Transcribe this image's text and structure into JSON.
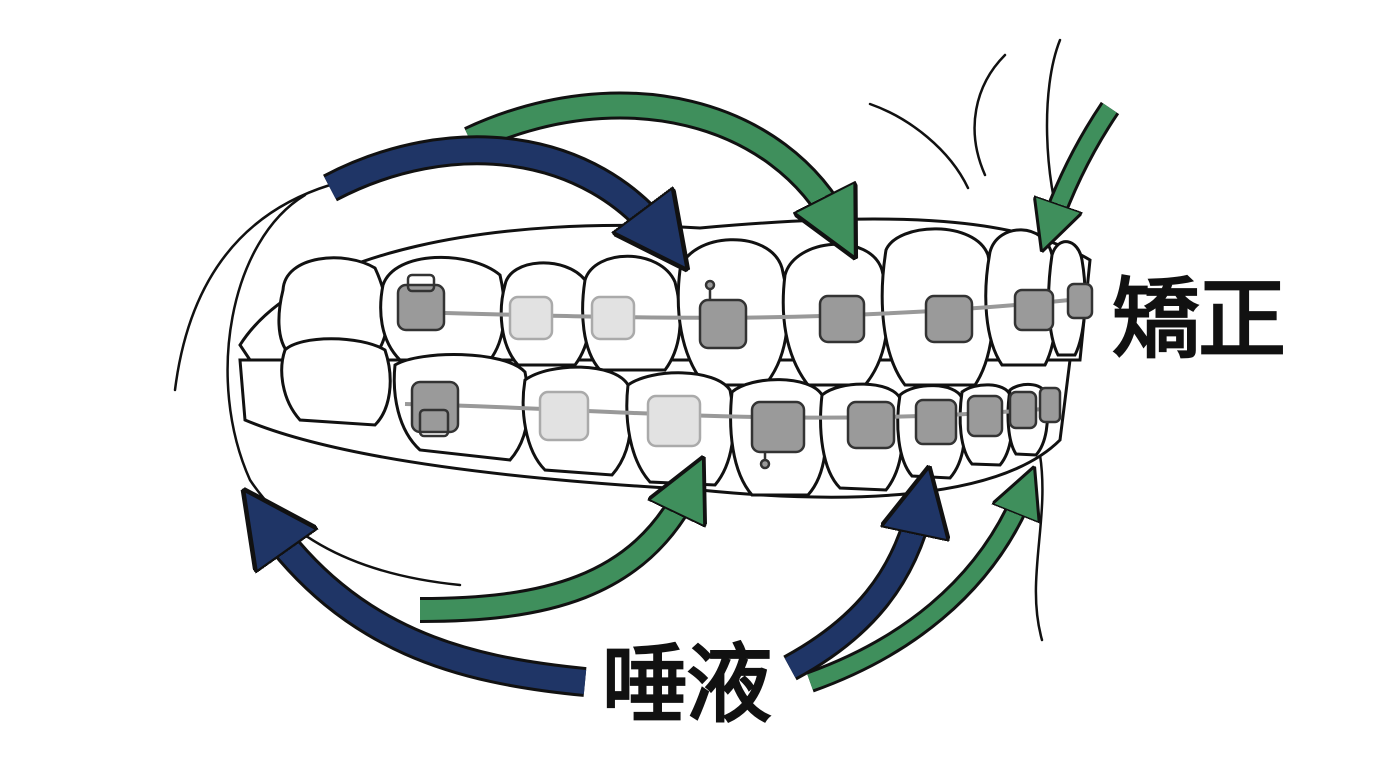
{
  "labels": {
    "braces": "矯正",
    "saliva": "唾液"
  },
  "colors": {
    "saliva_arrow_navy": "#1f3566",
    "saliva_arrow_green": "#3f8f5c",
    "outline": "#111111",
    "bracket_metal": "#9a9a9a",
    "bracket_clear": "#d6d6d6",
    "wire": "#9a9a9a"
  },
  "icons": {
    "arrow": "curved-arrow",
    "bracket": "orthodontic-bracket"
  }
}
